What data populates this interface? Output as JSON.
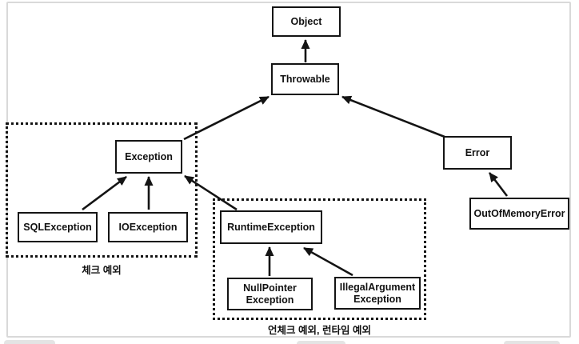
{
  "diagram": {
    "nodes": {
      "object": {
        "label": "Object"
      },
      "throwable": {
        "label": "Throwable"
      },
      "exception": {
        "label": "Exception"
      },
      "error": {
        "label": "Error"
      },
      "sqlException": {
        "label": "SQLException"
      },
      "ioException": {
        "label": "IOException"
      },
      "runtimeException": {
        "label": "RuntimeException"
      },
      "nullPointerException": {
        "line1": "NullPointer",
        "line2": "Exception"
      },
      "illegalArgumentException": {
        "line1": "IllegalArgument",
        "line2": "Exception"
      },
      "outOfMemoryError": {
        "label": "OutOfMemoryError"
      }
    },
    "groups": {
      "checked": {
        "label": "체크 예외"
      },
      "unchecked": {
        "label": "언체크 예외, 런타임 예외"
      }
    },
    "edges": [
      {
        "from": "Throwable",
        "to": "Object"
      },
      {
        "from": "Exception",
        "to": "Throwable"
      },
      {
        "from": "Error",
        "to": "Throwable"
      },
      {
        "from": "SQLException",
        "to": "Exception"
      },
      {
        "from": "IOException",
        "to": "Exception"
      },
      {
        "from": "RuntimeException",
        "to": "Exception"
      },
      {
        "from": "NullPointerException",
        "to": "RuntimeException"
      },
      {
        "from": "IllegalArgumentException",
        "to": "RuntimeException"
      },
      {
        "from": "OutOfMemoryError",
        "to": "Error"
      }
    ],
    "colors": {
      "line": "#141414",
      "box_border": "#141414",
      "frame_border": "#d9d9d9",
      "background": "#ffffff",
      "bottom_fragment_gray": "#e4e4e4"
    }
  }
}
